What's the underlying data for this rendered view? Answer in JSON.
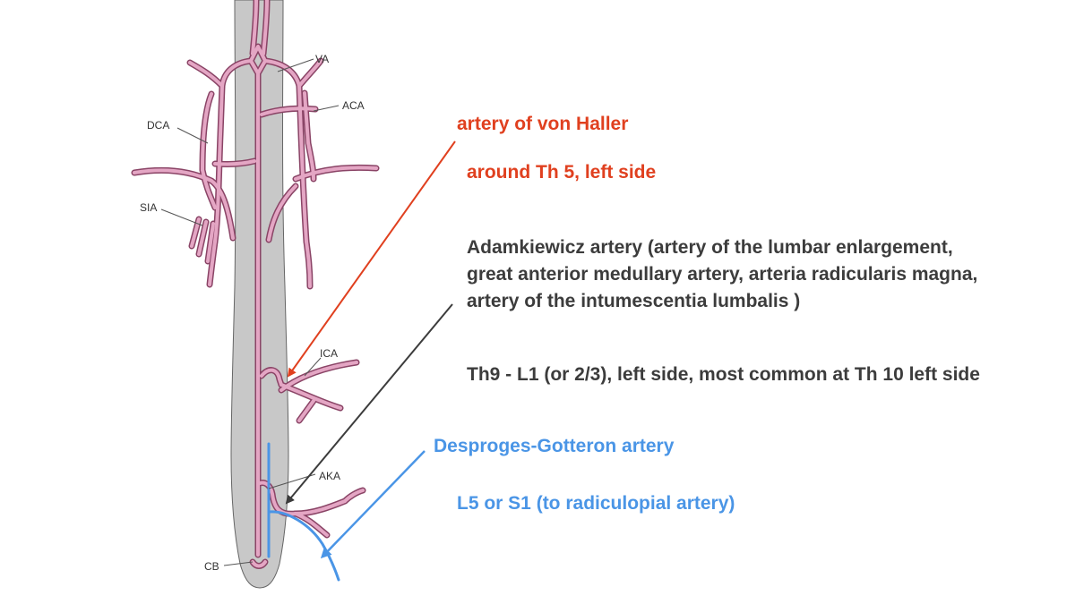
{
  "labels": {
    "va": "VA",
    "aca": "ACA",
    "dca": "DCA",
    "sia": "SIA",
    "ica": "ICA",
    "aka": "AKA",
    "cb": "CB"
  },
  "annotations": {
    "von_haller_title": "artery of von Haller",
    "von_haller_location": "around Th 5, left side",
    "adamkiewicz_line1": "Adamkiewicz artery (artery of the lumbar enlargement,",
    "adamkiewicz_line2": "great anterior medullary artery, arteria radicularis magna,",
    "adamkiewicz_line3": "artery of the intumescentia lumbalis )",
    "adamkiewicz_location": "Th9 - L1 (or 2/3), left side, most common at Th 10 left side",
    "desproges_title": "Desproges-Gotteron artery",
    "desproges_location": "L5 or S1 (to radiculopial artery)"
  },
  "colors": {
    "cord_fill": "#c8c8c8",
    "artery": "#e4a6c4",
    "artery_outline": "#8a4466",
    "red": "#e0401f",
    "dark": "#3c3c3c",
    "blue": "#4a95e6"
  }
}
